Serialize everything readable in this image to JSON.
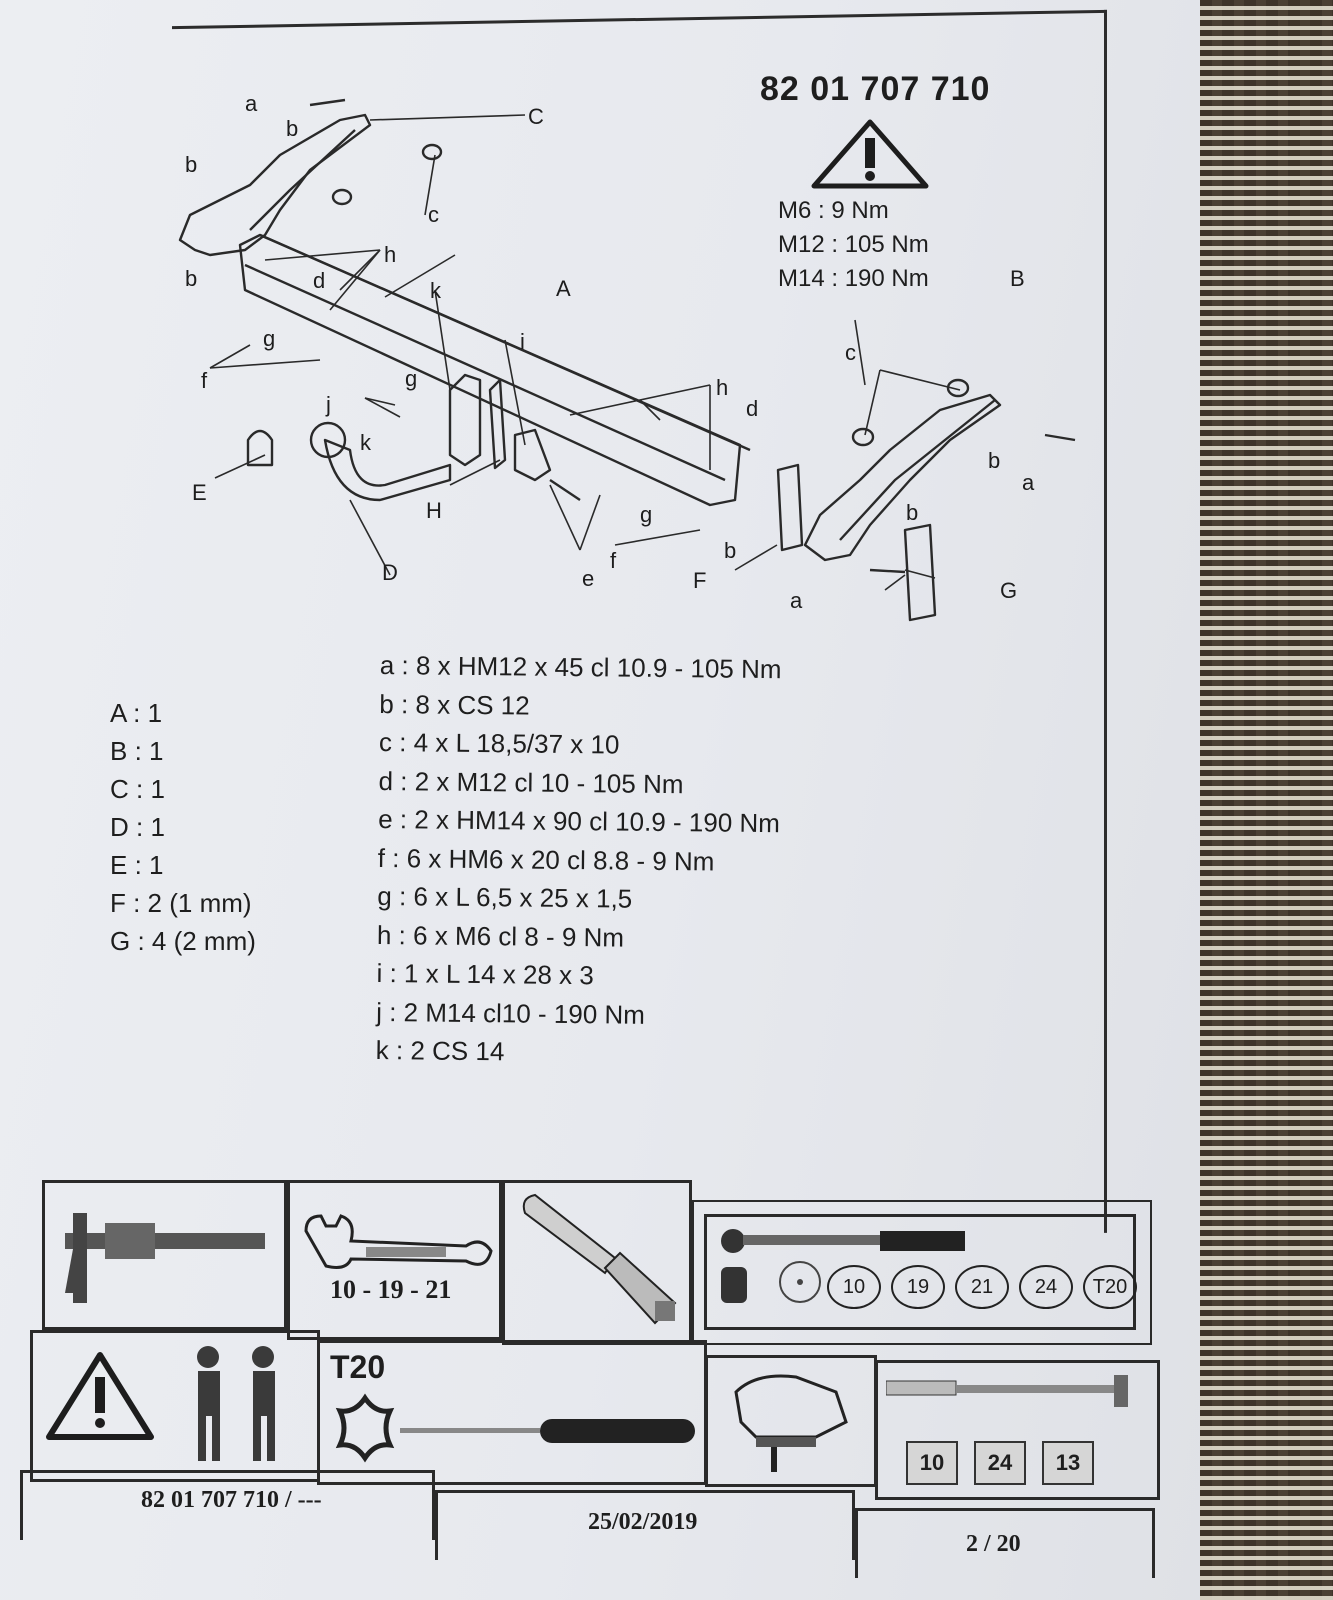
{
  "document": {
    "reference": "82 01 707 710",
    "torque_specs": [
      "M6 : 9 Nm",
      "M12 : 105 Nm",
      "M14 : 190 Nm"
    ],
    "quantities": [
      "A : 1",
      "B : 1",
      "C : 1",
      "D : 1",
      "E : 1",
      "F : 2 (1 mm)",
      "G : 4 (2 mm)"
    ],
    "parts": [
      "a : 8 x HM12 x 45 cl 10.9 - 105 Nm",
      "b : 8 x CS 12",
      "c : 4 x L 18,5/37 x 10",
      "d : 2 x M12 cl 10 - 105 Nm",
      "e : 2 x HM14 x 90 cl 10.9 - 190 Nm",
      "f : 6 x HM6 x 20 cl 8.8 - 9 Nm",
      "g : 6 x L 6,5 x 25 x 1,5",
      "h : 6 x M6  cl 8 - 9 Nm",
      "i : 1 x L 14 x 28 x 3",
      "j : 2 M14 cl10 - 190 Nm",
      "k : 2 CS 14"
    ]
  },
  "diagram_labels": {
    "A": "A",
    "B": "B",
    "C": "C",
    "D": "D",
    "E": "E",
    "F": "F",
    "G": "G",
    "H": "H",
    "a": "a",
    "b": "b",
    "c": "c",
    "d": "d",
    "e": "e",
    "f": "f",
    "g": "g",
    "h": "h",
    "i": "i",
    "j": "j",
    "k": "k"
  },
  "tools": {
    "wrench_sizes": "10 - 19 - 21",
    "torque_sockets": [
      "10",
      "19",
      "21",
      "24",
      "T20"
    ],
    "torx_label": "T20",
    "socket_wrench_sizes": [
      "10",
      "24",
      "13"
    ]
  },
  "footer": {
    "reference": "82 01 707 710 / ---",
    "date": "25/02/2019",
    "page": "2 / 20"
  }
}
